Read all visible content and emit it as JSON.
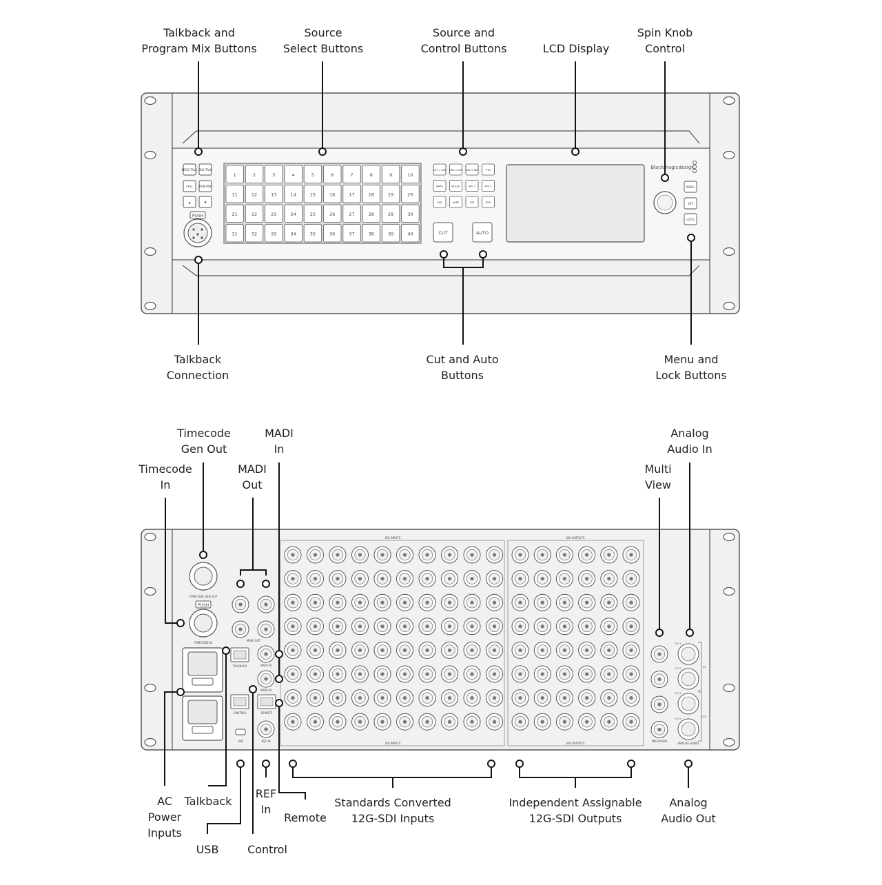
{
  "front_panel": {
    "callouts": {
      "talkback_program_mix": "Talkback and\nProgram Mix Buttons",
      "source_select": "Source\nSelect Buttons",
      "source_control": "Source and\nControl Buttons",
      "lcd_display": "LCD Display",
      "spin_knob": "Spin Knob\nControl",
      "talkback_connection": "Talkback\nConnection",
      "cut_auto": "Cut and Auto\nButtons",
      "menu_lock": "Menu and\nLock Buttons"
    },
    "left_buttons": [
      "PROG TALK",
      "ENG TALK",
      "CALL",
      "PGM MIX",
      "▲",
      "▼"
    ],
    "xlr_label": "PUSH",
    "source_buttons": [
      "1",
      "2",
      "3",
      "4",
      "5",
      "6",
      "7",
      "8",
      "9",
      "10",
      "11",
      "12",
      "13",
      "14",
      "15",
      "16",
      "17",
      "18",
      "19",
      "20",
      "21",
      "22",
      "23",
      "24",
      "25",
      "26",
      "27",
      "28",
      "29",
      "30",
      "31",
      "32",
      "33",
      "34",
      "35",
      "36",
      "37",
      "38",
      "39",
      "40"
    ],
    "control_buttons": [
      "KEY 1 MIX",
      "DSK 1 MIX",
      "DSK 2 MIX",
      "FTB",
      "BARS",
      "BLACK",
      "M/F 1",
      "M/F 2",
      "MIX",
      "WIPE",
      "DIP",
      "DVE"
    ],
    "cut_label": "CUT",
    "auto_label": "AUTO",
    "brand": "Blackmagicdesign",
    "side_buttons": [
      "MENU",
      "SET",
      "LOCK"
    ]
  },
  "rear_panel": {
    "callouts": {
      "timecode_gen_out": "Timecode\nGen Out",
      "madi_in": "MADI\nIn",
      "madi_out": "MADI\nOut",
      "timecode_in": "Timecode\nIn",
      "analog_audio_in": "Analog\nAudio In",
      "multiview": "Multi\nView",
      "ac_power": "AC\nPower\nInputs",
      "talkback": "Talkback",
      "usb": "USB",
      "ref_in": "REF\nIn",
      "control": "Control",
      "remote": "Remote",
      "sdi_inputs": "Standards Converted\n12G-SDI Inputs",
      "sdi_outputs": "Independent Assignable\n12G-SDI Outputs",
      "analog_audio_out": "Analog\nAudio Out"
    },
    "xlr_label": "PUSH",
    "small_labels": {
      "timecode_gen_out": "TIMECODE GEN OUT",
      "timecode_in": "TIMECODE IN",
      "madi_out": "MADI OUT",
      "talkback": "TALKBACK",
      "madi_in": "MADI IN",
      "control": "CONTROL",
      "remote": "REMOTE",
      "usb": "USB",
      "ref_in": "REF IN",
      "sdi_inputs": "SDI INPUTS",
      "sdi_outputs": "SDI OUTPUTS",
      "multiview": "MULTIVIEW",
      "analog_audio": "ANALOG AUDIO",
      "ch1": "CH 1",
      "ch2": "CH 2",
      "in": "IN",
      "out": "OUT"
    }
  }
}
